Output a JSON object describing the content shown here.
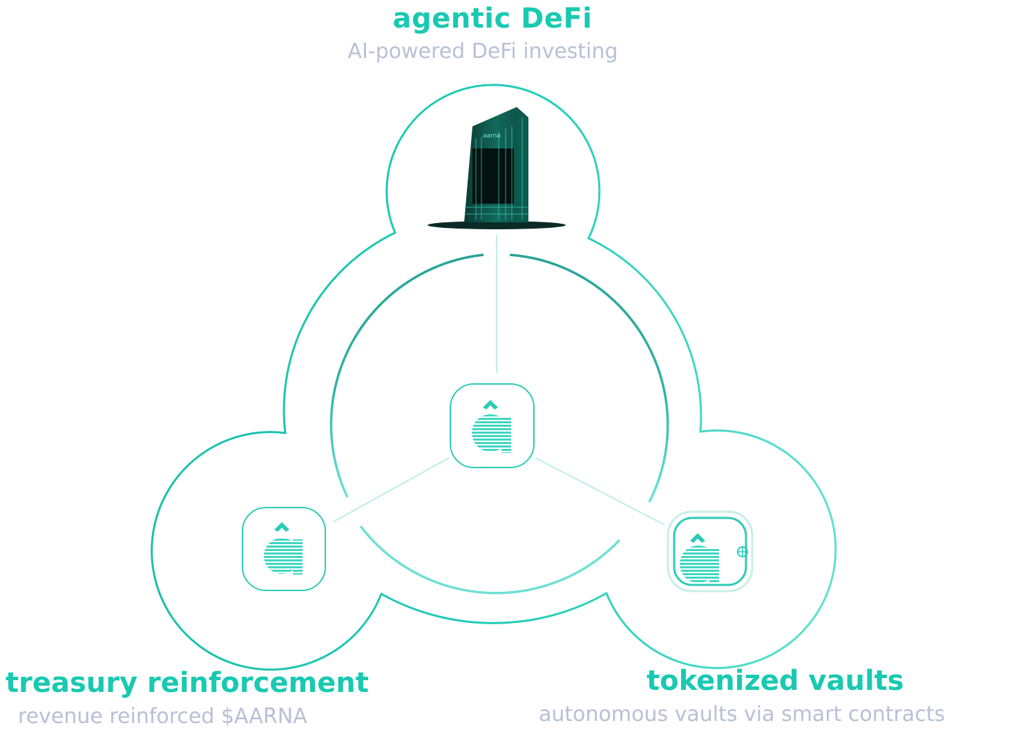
{
  "top": {
    "title": "agentic DeFi",
    "subtitle": "AI-powered DeFi investing"
  },
  "left": {
    "title": "treasury reinforcement",
    "subtitle": "revenue reinforced $AARNA"
  },
  "right": {
    "title": "tokenized vaults",
    "subtitle": "autonomous vaults via smart contracts"
  },
  "building": {
    "sign_text": "aarna"
  },
  "colors": {
    "accent": "#19c9b1",
    "accent_dark": "#2aa597",
    "subtitle": "#b8c0d6",
    "connector": "#bdeee6",
    "building": "#0d4d44"
  },
  "icons": {
    "center": "aarna-logo-icon",
    "left": "aarna-logo-icon",
    "right": "vault-logo-icon",
    "top": "building-icon"
  }
}
